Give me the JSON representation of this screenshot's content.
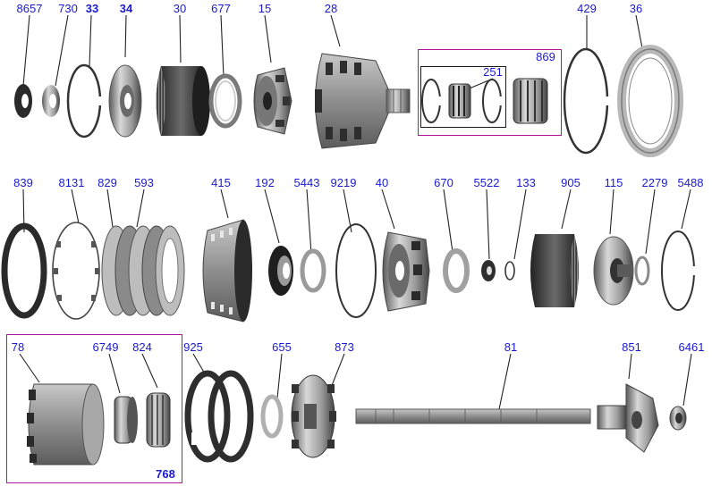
{
  "colors": {
    "label": "#1a1ad0",
    "leader": "#222222",
    "frame": "#b0169a",
    "part_dark": "#3a3a3a",
    "part_mid": "#8a8a8a",
    "part_light": "#cfcfcf"
  },
  "labels": {
    "p8657": "8657",
    "p730": "730",
    "p33": "33",
    "p34": "34",
    "p30": "30",
    "p677": "677",
    "p15": "15",
    "p28": "28",
    "p251": "251",
    "p869": "869",
    "p429": "429",
    "p36": "36",
    "p839": "839",
    "p8131": "8131",
    "p829": "829",
    "p593": "593",
    "p415": "415",
    "p192": "192",
    "p5443": "5443",
    "p9219": "9219",
    "p40": "40",
    "p670": "670",
    "p5522": "5522",
    "p133": "133",
    "p905": "905",
    "p115": "115",
    "p2279": "2279",
    "p5488": "5488",
    "p78": "78",
    "p6749": "6749",
    "p824": "824",
    "p768": "768",
    "p925": "925",
    "p655": "655",
    "p873": "873",
    "p81": "81",
    "p851": "851",
    "p6461": "6461"
  }
}
